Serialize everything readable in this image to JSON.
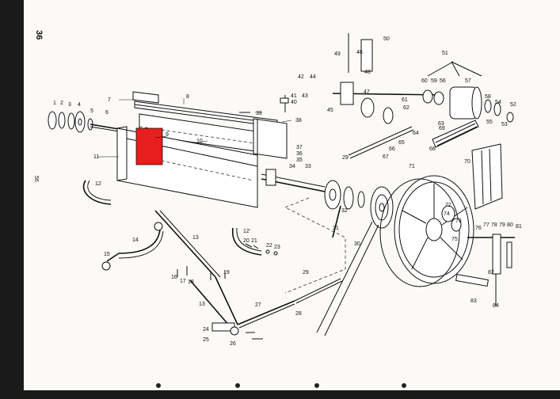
{
  "page": {
    "number": "36",
    "side_mark": "56"
  },
  "colors": {
    "highlight": "#e81d1d",
    "ink": "#111111",
    "paper": "#fbfaf7",
    "border": "#1a1a1a"
  },
  "labels": {
    "l1": "1",
    "l2": "2",
    "l3": "3",
    "l4": "4",
    "l5": "5",
    "l6": "6",
    "l7": "7",
    "l8": "8",
    "l9": "9",
    "l10": "10",
    "l11": "11",
    "l12": "12",
    "l12b": "12'",
    "l13": "13",
    "l13b": "13",
    "l14": "14",
    "l15": "15",
    "l16": "16",
    "l17": "17",
    "l18": "18",
    "l19": "19",
    "l20": "20",
    "l21": "21",
    "l22": "22",
    "l23": "23",
    "l24": "24",
    "l25": "25",
    "l26": "26",
    "l27": "27",
    "l28": "28",
    "l29": "29",
    "l29b": "29",
    "l30": "30",
    "l31": "31",
    "l32": "32",
    "l33": "33",
    "l34": "34",
    "l35": "35",
    "l36": "36",
    "l37": "37",
    "l38": "38",
    "l39": "39",
    "l40": "40",
    "l41": "41",
    "l42": "42",
    "l43": "43",
    "l44": "44",
    "l45": "45",
    "l46": "46",
    "l47": "47",
    "l48": "48",
    "l49": "49",
    "l50": "50",
    "l51": "51",
    "l52": "52",
    "l53": "53",
    "l54": "54",
    "l55": "55",
    "l56": "56",
    "l57": "57",
    "l58": "58",
    "l59": "59",
    "l60": "60",
    "l61": "61",
    "l62": "62",
    "l63": "63",
    "l64": "64",
    "l65": "65",
    "l66": "66",
    "l67": "67",
    "l68": "68",
    "l69": "69",
    "l70": "70",
    "l71": "71",
    "l72": "72",
    "l73": "73",
    "l74": "74",
    "l75": "75",
    "l76": "76",
    "l77": "77",
    "l78": "78",
    "l79": "79",
    "l80": "80",
    "l81": "81",
    "l82": "82",
    "l83": "83",
    "l84": "84"
  }
}
